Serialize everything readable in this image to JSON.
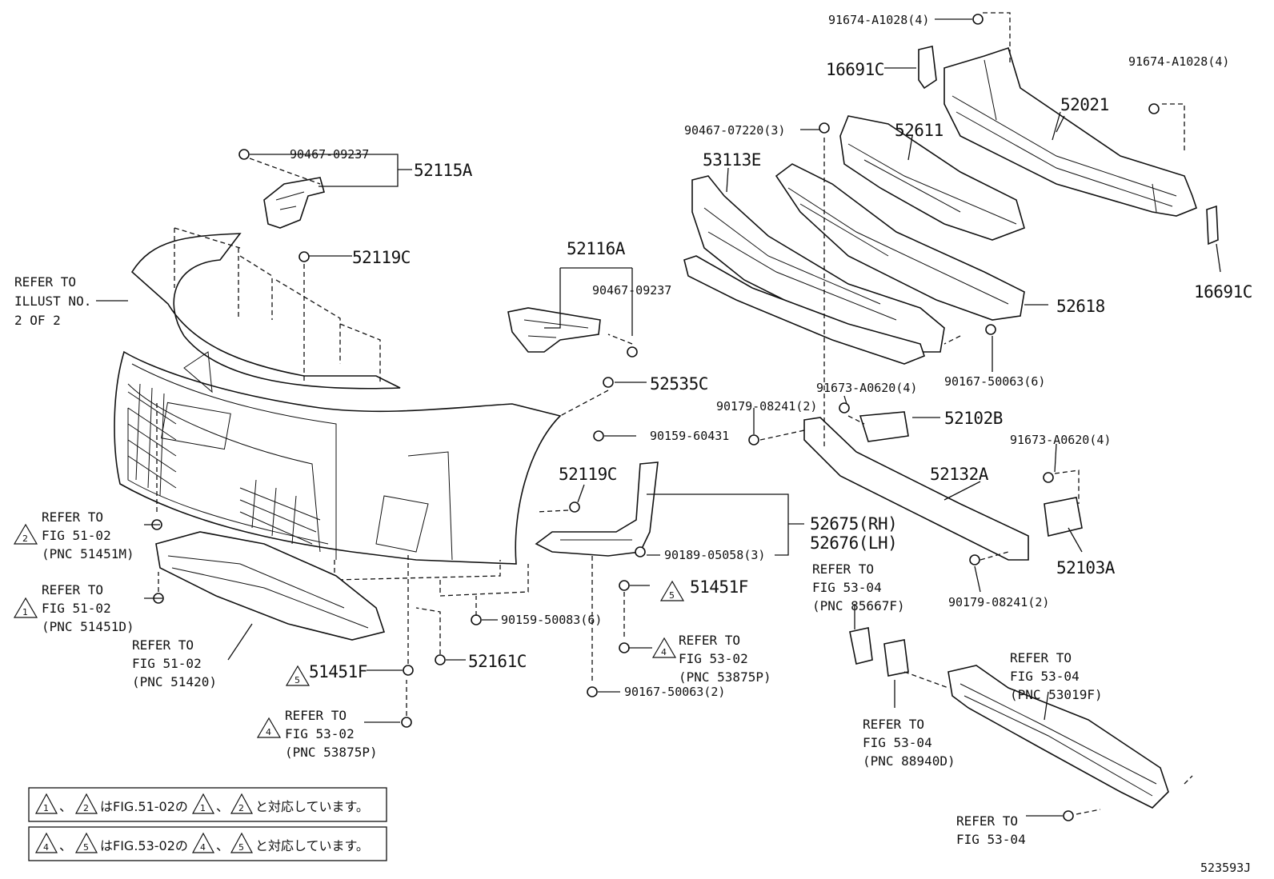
{
  "figure_code": "523593J",
  "labels": [
    {
      "id": "p91674a1028-top",
      "text": "91674-A1028(4)"
    },
    {
      "id": "p16691c-top",
      "text": "16691C"
    },
    {
      "id": "p91674a1028-right",
      "text": "91674-A1028(4)"
    },
    {
      "id": "p52021",
      "text": "52021"
    },
    {
      "id": "p90467-07220",
      "text": "90467-07220(3)"
    },
    {
      "id": "p52611",
      "text": "52611"
    },
    {
      "id": "p53113e",
      "text": "53113E"
    },
    {
      "id": "p16691c-right",
      "text": "16691C"
    },
    {
      "id": "p52618",
      "text": "52618"
    },
    {
      "id": "p90467-09237-top",
      "text": "90467-09237"
    },
    {
      "id": "p52115a",
      "text": "52115A"
    },
    {
      "id": "p52119c-top",
      "text": "52119C"
    },
    {
      "id": "p52116a",
      "text": "52116A"
    },
    {
      "id": "p90467-09237-mid",
      "text": "90467-09237"
    },
    {
      "id": "p52535c",
      "text": "52535C"
    },
    {
      "id": "p90159-60431",
      "text": "90159-60431"
    },
    {
      "id": "p91673a0620-top",
      "text": "91673-A0620(4)"
    },
    {
      "id": "p90179-08241-top",
      "text": "90179-08241(2)"
    },
    {
      "id": "p90167-50063-6",
      "text": "90167-50063(6)"
    },
    {
      "id": "p52102b",
      "text": "52102B"
    },
    {
      "id": "p91673a0620-right",
      "text": "91673-A0620(4)"
    },
    {
      "id": "p52132a",
      "text": "52132A"
    },
    {
      "id": "p52119c-mid",
      "text": "52119C"
    },
    {
      "id": "p52675",
      "text": "52675(RH)"
    },
    {
      "id": "p52676",
      "text": "52676(LH)"
    },
    {
      "id": "p90189-05058",
      "text": "90189-05058(3)"
    },
    {
      "id": "p52103a",
      "text": "52103A"
    },
    {
      "id": "p90179-08241-bottom",
      "text": "90179-08241(2)"
    },
    {
      "id": "p51451f-mid",
      "text": "51451F"
    },
    {
      "id": "p90159-50083",
      "text": "90159-50083(6)"
    },
    {
      "id": "p52161c",
      "text": "52161C"
    },
    {
      "id": "p51451f-bottom",
      "text": "51451F"
    },
    {
      "id": "p90167-50063-2",
      "text": "90167-50063(2)"
    }
  ],
  "refer_notes": [
    {
      "id": "ref-illust",
      "lines": [
        "REFER TO",
        "ILLUST NO.",
        "2 OF 2"
      ]
    },
    {
      "id": "ref-51451m",
      "lines": [
        "REFER TO",
        "FIG 51-02",
        "(PNC 51451M)"
      ],
      "mark": "2"
    },
    {
      "id": "ref-51451d",
      "lines": [
        "REFER TO",
        "FIG 51-02",
        "(PNC 51451D)"
      ],
      "mark": "1"
    },
    {
      "id": "ref-51420",
      "lines": [
        "REFER TO",
        "FIG 51-02",
        "(PNC 51420)"
      ]
    },
    {
      "id": "ref-53875p-mid",
      "lines": [
        "REFER TO",
        "FIG 53-02",
        "(PNC 53875P)"
      ],
      "mark": "4"
    },
    {
      "id": "ref-53875p-bottom",
      "lines": [
        "REFER TO",
        "FIG 53-02",
        "(PNC 53875P)"
      ],
      "mark": "4"
    },
    {
      "id": "ref-85667f",
      "lines": [
        "REFER TO",
        "FIG 53-04",
        "(PNC 85667F)"
      ]
    },
    {
      "id": "ref-53019f",
      "lines": [
        "REFER TO",
        "FIG 53-04",
        "(PNC 53019F)"
      ]
    },
    {
      "id": "ref-88940d",
      "lines": [
        "REFER TO",
        "FIG 53-04",
        "(PNC 88940D)"
      ]
    },
    {
      "id": "ref-53-04",
      "lines": [
        "REFER TO",
        "FIG 53-04"
      ]
    }
  ],
  "marks": {
    "m1": "1",
    "m2": "2",
    "m4": "4",
    "m5": "5"
  },
  "legend": [
    {
      "marks": [
        "1",
        "2"
      ],
      "sep": "、",
      "text": "はFIG.51-02の",
      "text2": "と対応しています。"
    },
    {
      "marks": [
        "4",
        "5"
      ],
      "sep": "、",
      "text": "はFIG.53-02の",
      "text2": "と対応しています。"
    }
  ]
}
